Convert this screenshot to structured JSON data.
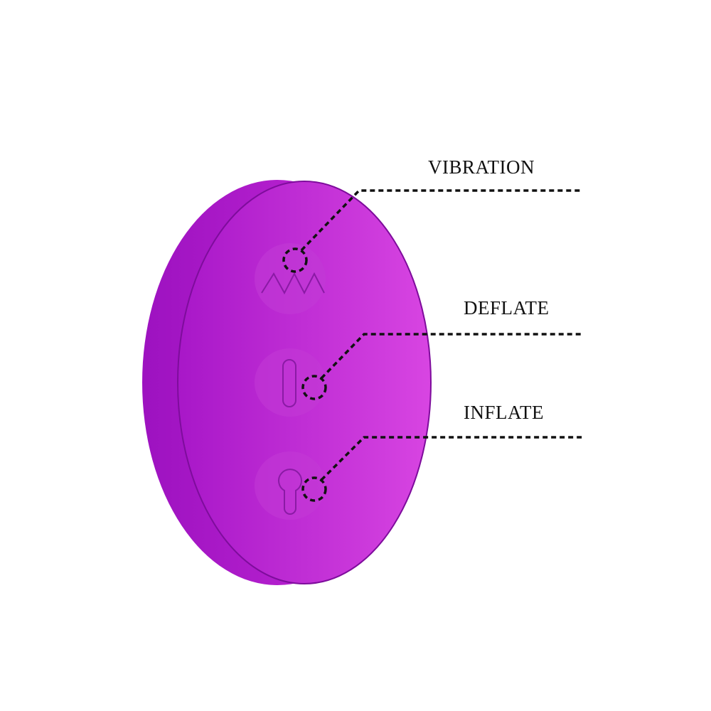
{
  "callouts": [
    {
      "id": "vibration",
      "label": "VIBRATION",
      "icon": "zigzag-icon"
    },
    {
      "id": "deflate",
      "label": "DEFLATE",
      "icon": "slot-icon"
    },
    {
      "id": "inflate",
      "label": "INFLATE",
      "icon": "keyhole-icon"
    }
  ],
  "colors": {
    "body_dark": "#a314c4",
    "body_light": "#d23ee0",
    "rim": "#8a0fa8",
    "line": "#111111"
  }
}
